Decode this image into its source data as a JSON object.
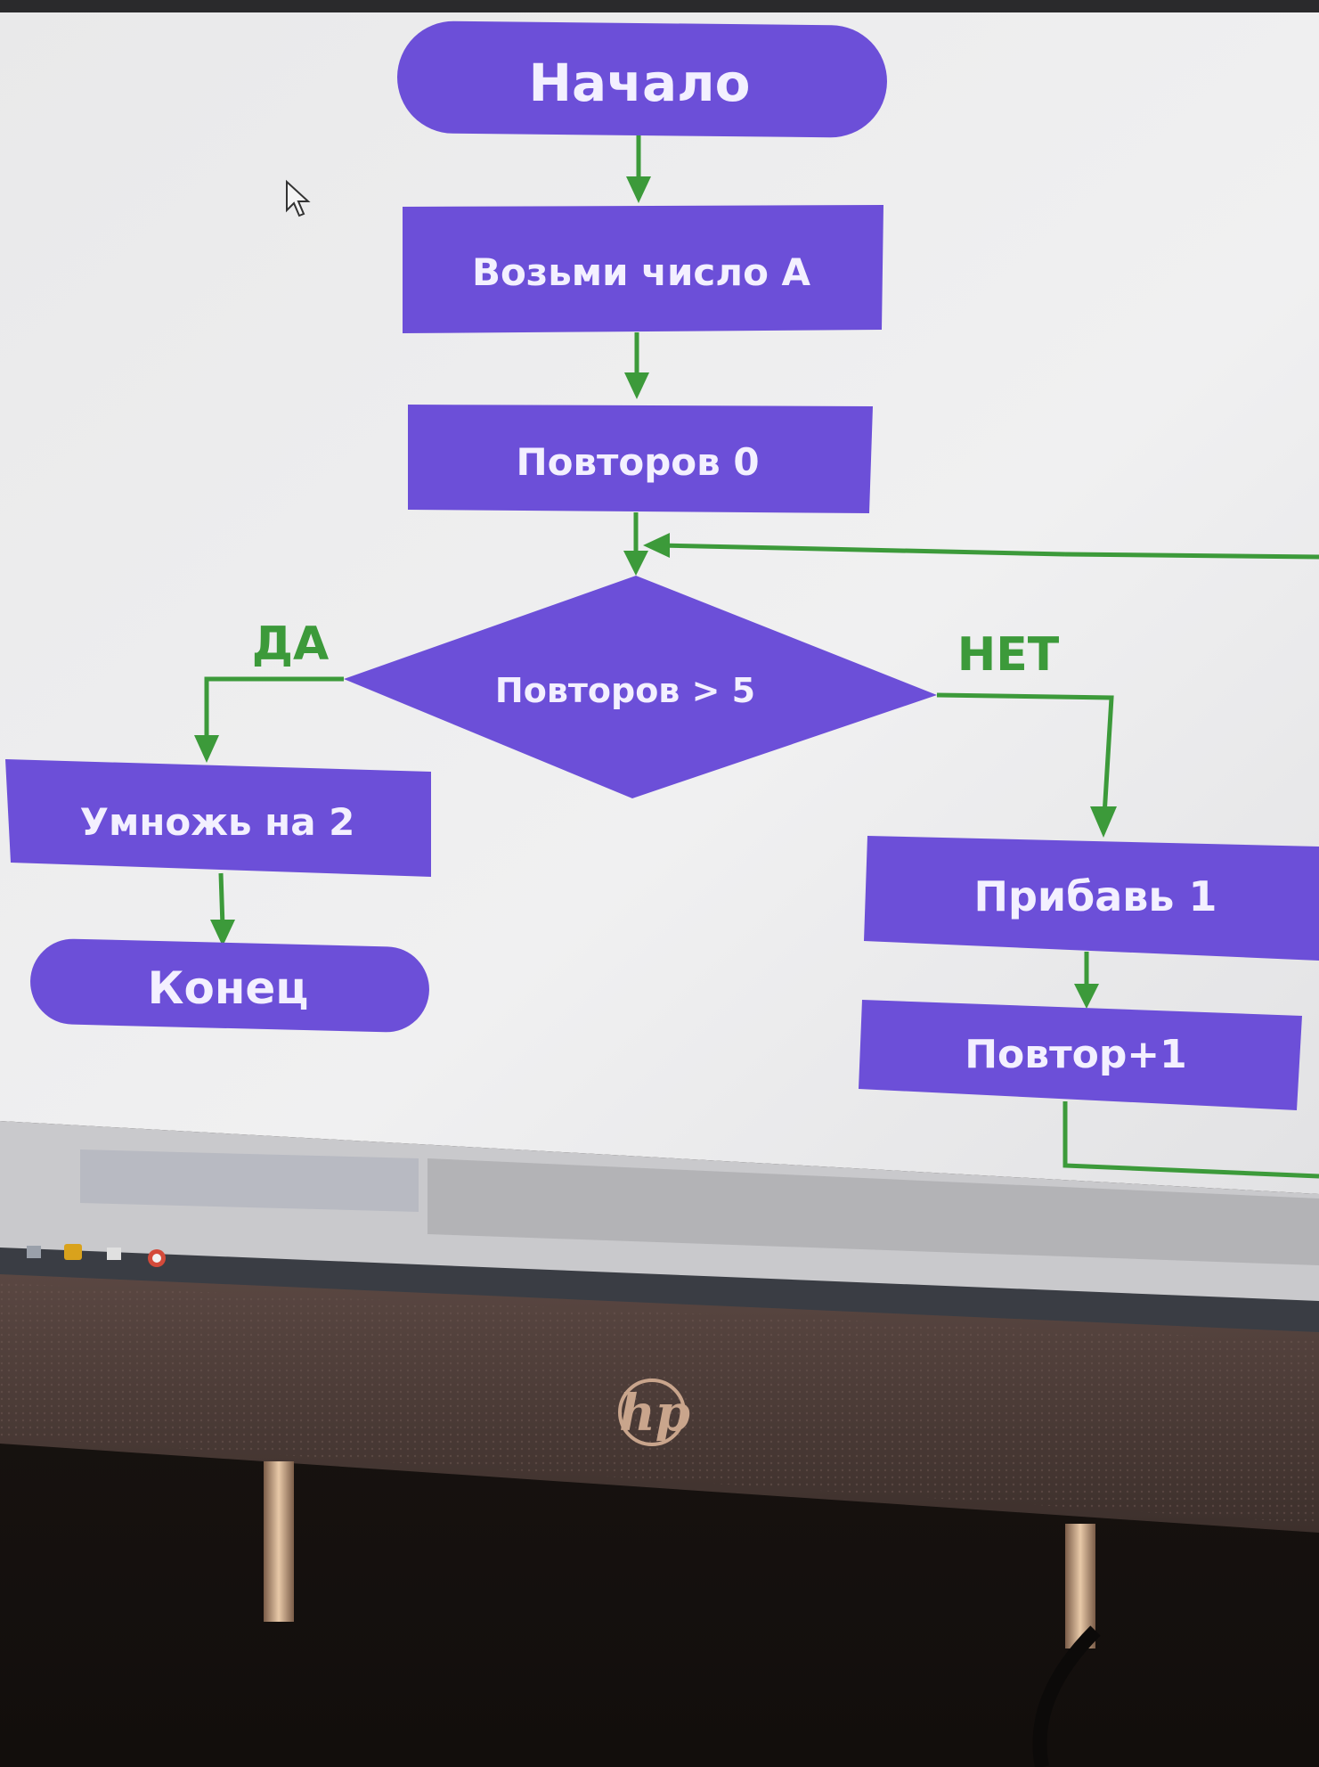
{
  "diagram": {
    "nodes": {
      "start": "Начало",
      "take_a": "Возьми число А",
      "repeats_zero": "Повторов 0",
      "condition": "Повторов > 5",
      "multiply": "Умножь на 2",
      "end": "Конец",
      "add_one": "Прибавь 1",
      "repeat_plus": "Повтор+1"
    },
    "branch_labels": {
      "yes": "ДА",
      "no": "НЕТ"
    }
  },
  "colors": {
    "node_fill": "#6c4fd8",
    "connector": "#3c9a3a",
    "node_text": "#f3f0ff",
    "screen_background": "#ededee"
  },
  "monitor": {
    "logo_text": "hp"
  },
  "icons": [
    "mouse-pointer-icon",
    "taskbar-app-icons"
  ]
}
